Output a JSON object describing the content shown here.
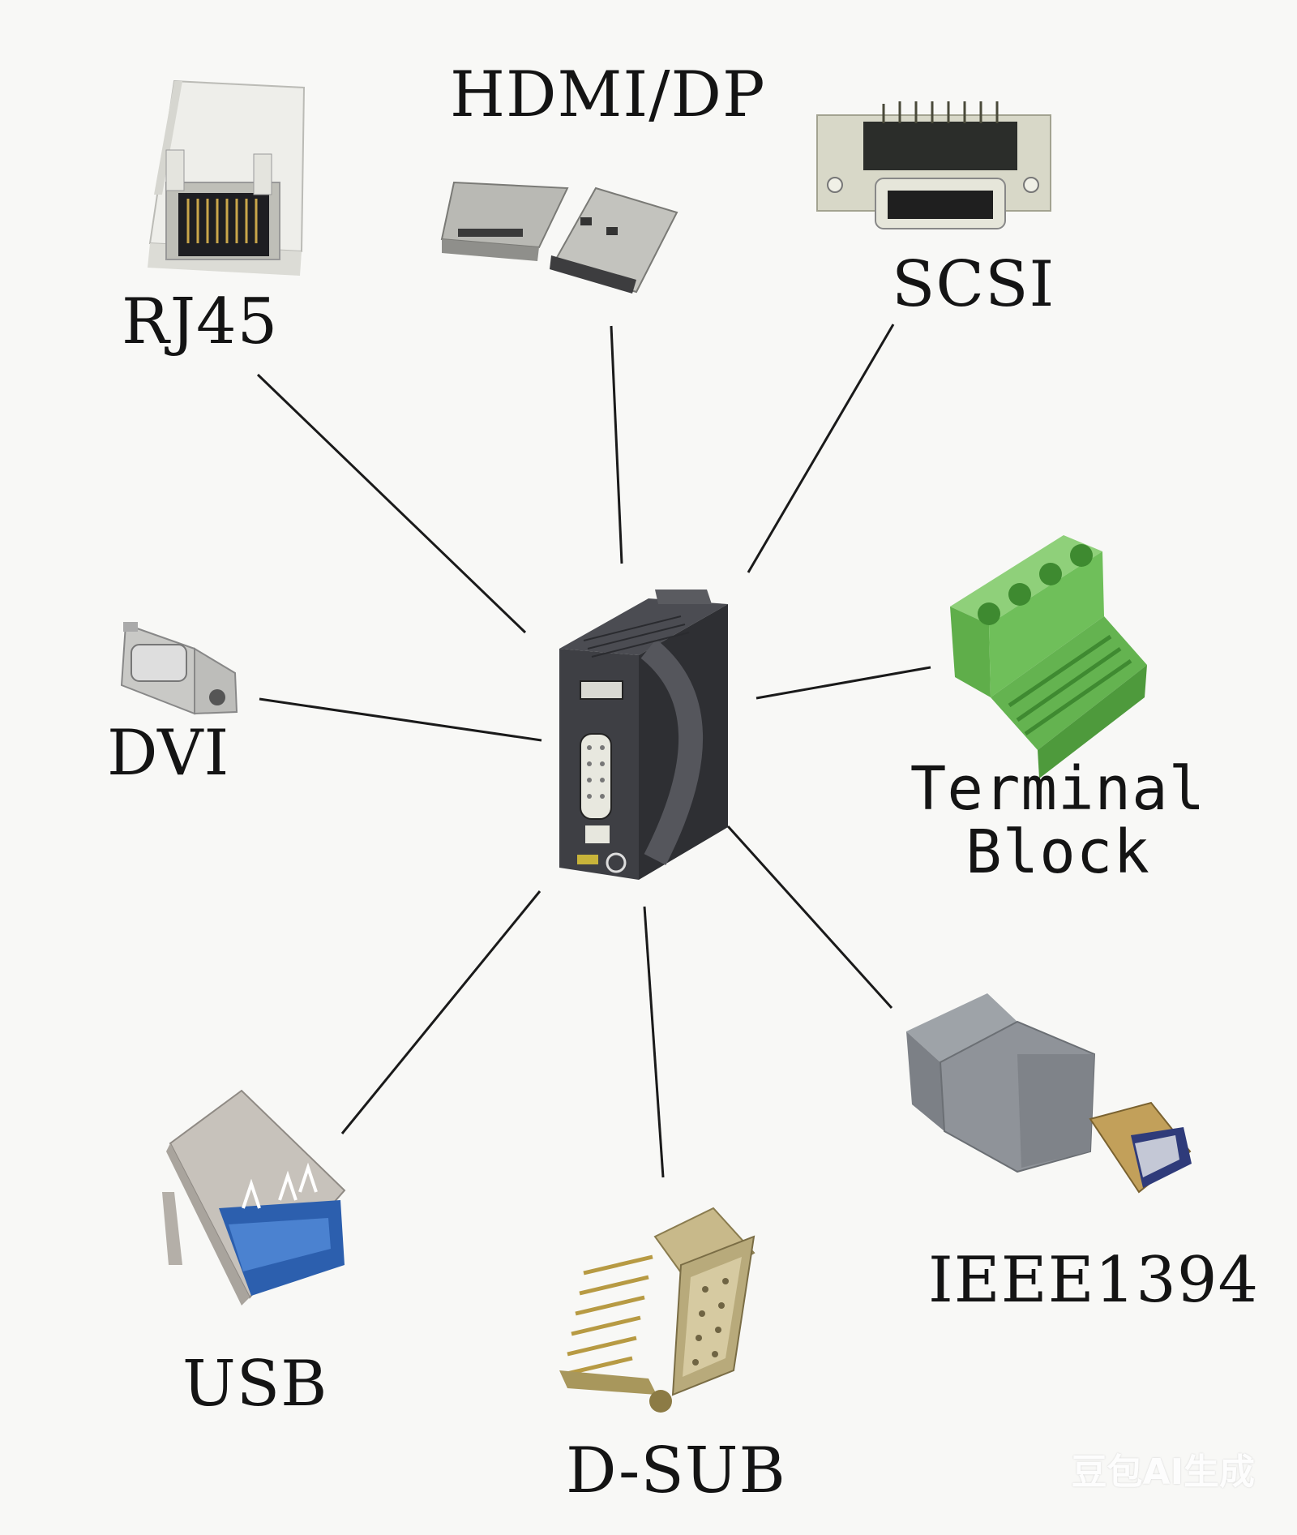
{
  "labels": {
    "rj45": "RJ45",
    "hdmi_dp": "HDMI/DP",
    "scsi": "SCSI",
    "dvi": "DVI",
    "terminal_line1": "Terminal",
    "terminal_line2": "Block",
    "usb": "USB",
    "dsub": "D-SUB",
    "ieee1394": "IEEE1394"
  },
  "watermark": "豆包AI生成",
  "colors": {
    "line": "#1a1a1a",
    "terminal_green": "#6fbf5a",
    "usb_blue": "#2c5fae",
    "device_dark": "#3c3d42"
  },
  "icons": {
    "center": "servo-drive-icon",
    "rj45": "rj45-jack-icon",
    "hdmi": "hdmi-connector-icon",
    "scsi": "scsi-connector-icon",
    "dvi": "dvi-connector-icon",
    "terminal": "terminal-block-icon",
    "usb": "usb-port-icon",
    "dsub": "dsub-connector-icon",
    "ieee1394": "ieee1394-connector-icon"
  }
}
